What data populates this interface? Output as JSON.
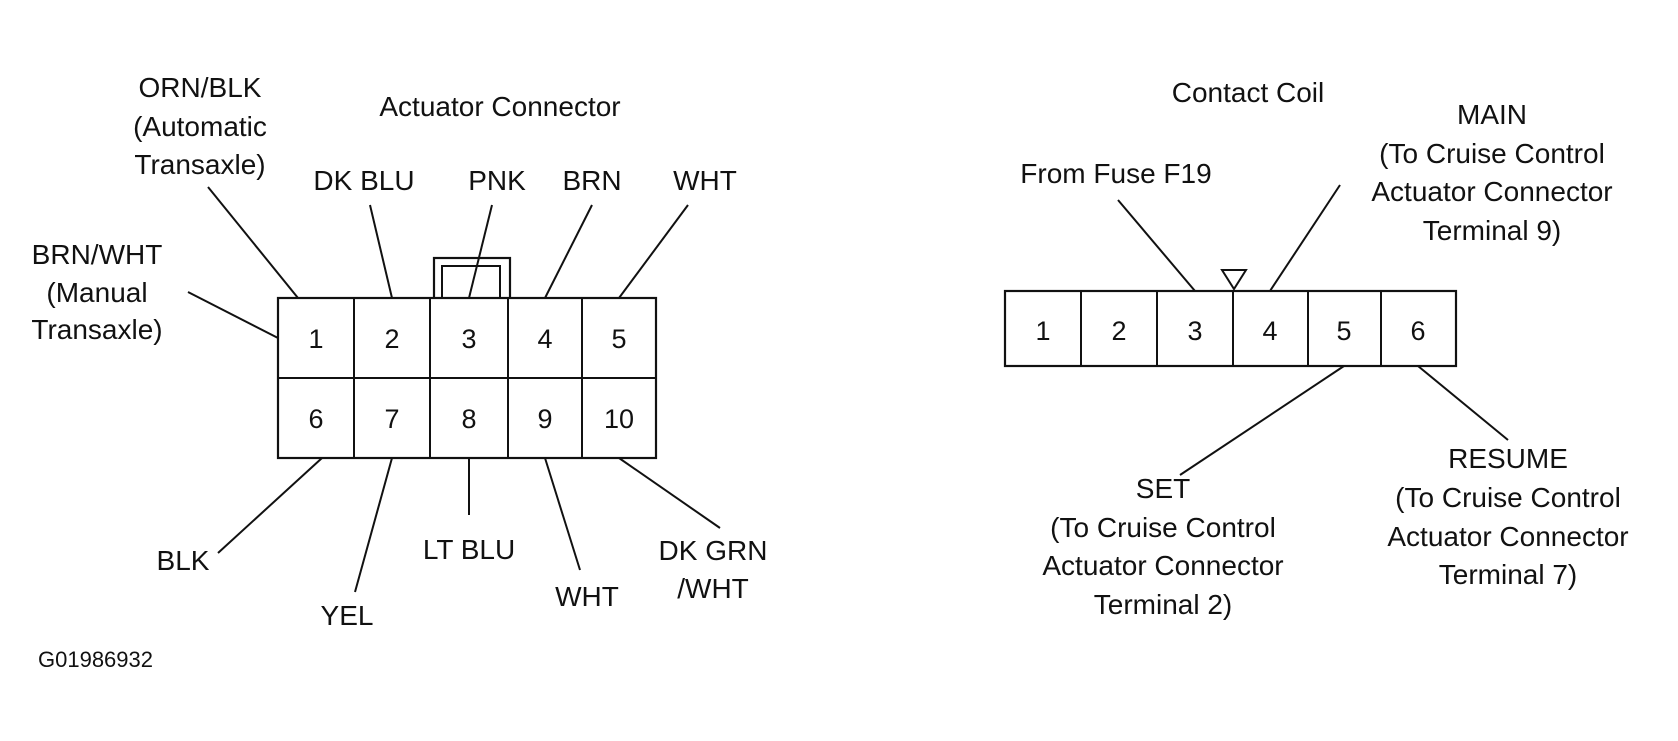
{
  "figure_code": "G01986932",
  "actuator": {
    "title": "Actuator Connector",
    "top_row": [
      "1",
      "2",
      "3",
      "4",
      "5"
    ],
    "bottom_row": [
      "6",
      "7",
      "8",
      "9",
      "10"
    ],
    "labels": {
      "t1_upper": [
        "ORN/BLK",
        "(Automatic",
        "Transaxle)"
      ],
      "t1_side": [
        "BRN/WHT",
        "(Manual",
        "Transaxle)"
      ],
      "t2": "DK BLU",
      "t3": "PNK",
      "t4": "BRN",
      "t5": "WHT",
      "t6": "BLK",
      "t7": "YEL",
      "t8": "LT BLU",
      "t9": "WHT",
      "t10": [
        "DK GRN",
        "/WHT"
      ]
    }
  },
  "contact_coil": {
    "title": "Contact Coil",
    "terminals": [
      "1",
      "2",
      "3",
      "4",
      "5",
      "6"
    ],
    "labels": {
      "t3": "From Fuse F19",
      "t4": [
        "MAIN",
        "(To Cruise Control",
        "Actuator Connector",
        "Terminal 9)"
      ],
      "t5": [
        "SET",
        "(To Cruise Control",
        "Actuator Connector",
        "Terminal 2)"
      ],
      "t6": [
        "RESUME",
        "(To Cruise Control",
        "Actuator Connector",
        "Terminal 7)"
      ]
    }
  }
}
